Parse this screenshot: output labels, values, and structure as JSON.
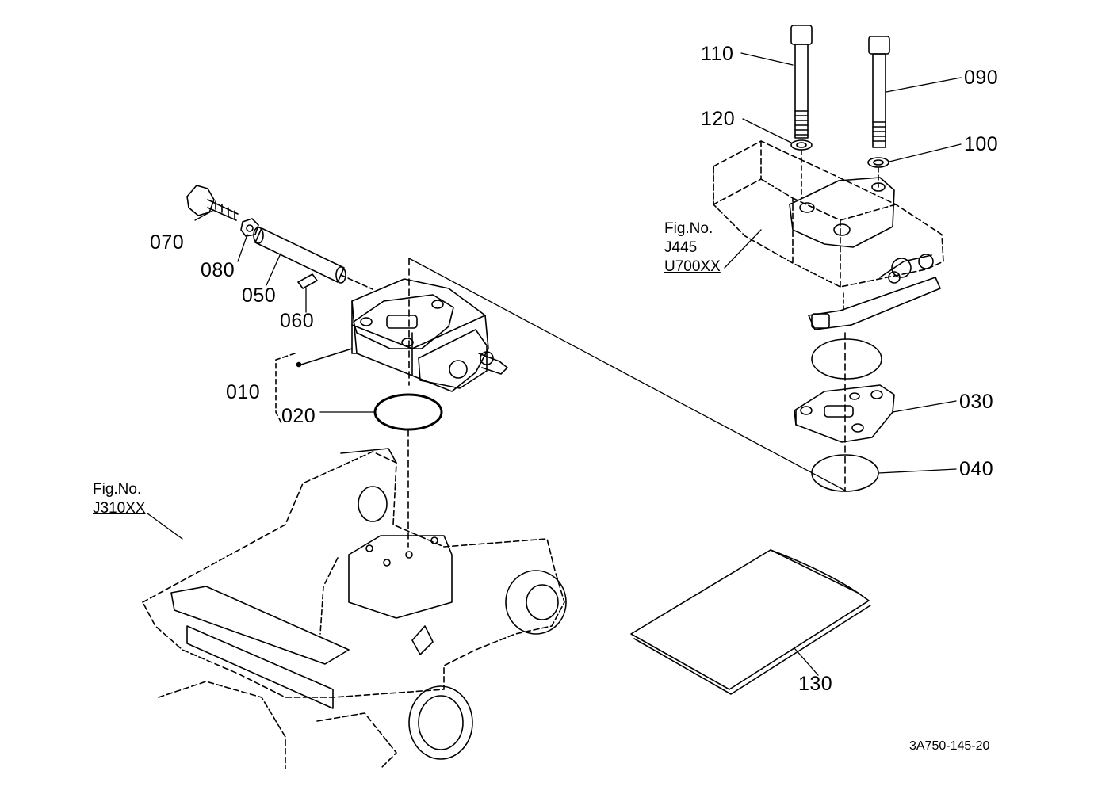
{
  "parts": [
    {
      "ref": "110"
    },
    {
      "ref": "090"
    },
    {
      "ref": "120"
    },
    {
      "ref": "100"
    },
    {
      "ref": "070"
    },
    {
      "ref": "080"
    },
    {
      "ref": "050"
    },
    {
      "ref": "060"
    },
    {
      "ref": "010"
    },
    {
      "ref": "020"
    },
    {
      "ref": "030"
    },
    {
      "ref": "040"
    },
    {
      "ref": "130"
    }
  ],
  "fig_refs": {
    "upper": {
      "line1": "Fig.No.",
      "line2": "J445",
      "line3": "U700XX"
    },
    "lower": {
      "line1": "Fig.No.",
      "line2": "J310XX"
    }
  },
  "drawing_code": "3A750-145-20",
  "colors": {
    "ink": "#000000",
    "paper": "#ffffff"
  }
}
